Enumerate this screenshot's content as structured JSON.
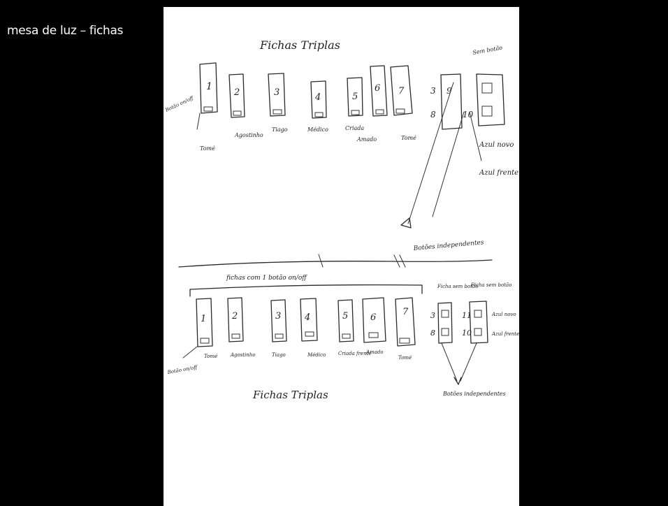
{
  "slide": {
    "title": "mesa de luz – fichas"
  },
  "sketch": {
    "top_heading": "Fichas Triplas",
    "top_corner_note": "Sem botão",
    "top_left_note": "Botão on/off",
    "top_cards": [
      "1",
      "2",
      "3",
      "4",
      "5",
      "6",
      "7"
    ],
    "top_labels": [
      "Tomé",
      "Agostinho",
      "Tiago",
      "Médico",
      "Criada",
      "Amado",
      "Tomé"
    ],
    "top_right_cards": [
      "3",
      "9",
      "8",
      "10"
    ],
    "top_right_notes": [
      "Azul novo",
      "Azul frente"
    ],
    "top_bottom_note": "Botões independentes",
    "divider_note": "fichas com 1 botão on/off",
    "bottom_cards": [
      "1",
      "2",
      "3",
      "4",
      "5",
      "6",
      "7"
    ],
    "bottom_labels": [
      "Tomé",
      "Agostinho",
      "Tiago",
      "Médico",
      "Criada frente",
      "Amado",
      "Tomé"
    ],
    "bottom_left_note": "Botão on/off",
    "bottom_heading": "Fichas Triplas",
    "bottom_right_headers": [
      "Ficha sem botão",
      "Ficha sem botão"
    ],
    "bottom_right_cards": [
      "3",
      "11",
      "8",
      "10"
    ],
    "bottom_right_notes": [
      "Azul novo",
      "Azul frente"
    ],
    "bottom_end_note": "Botões independentes"
  }
}
